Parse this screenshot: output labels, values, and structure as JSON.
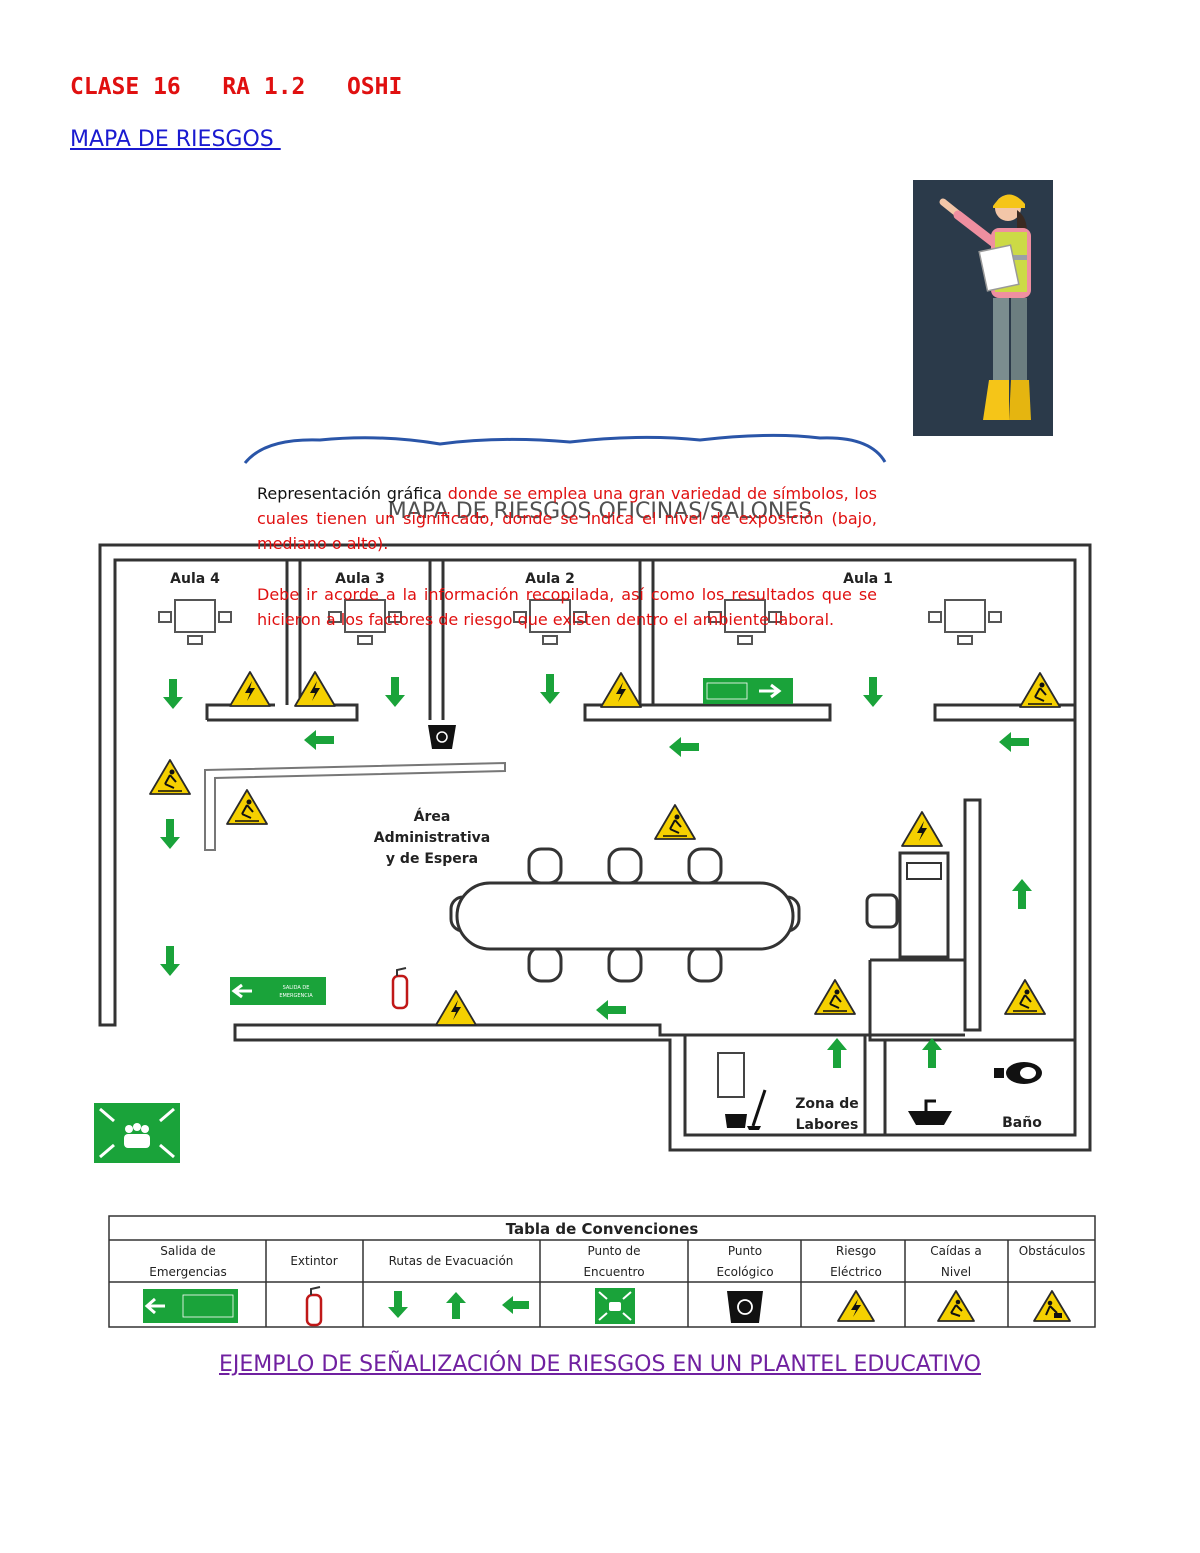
{
  "header": {
    "title": "CLASE 16   RA 1.2   OSHI",
    "subtitle": "MAPA DE RIESGOS "
  },
  "text": {
    "p1_dark": "Representación gráfica ",
    "p1_red": "donde se emplea una gran variedad de símbolos, los cuales tienen un significado, donde se indica el nivel de exposición (bajo, mediano o alto).",
    "p2": "Debe ir acorde a la información recopilada, así como los resultados que se hicieron a los factores de riesgo que existen dentro el ambiente laboral."
  },
  "floor_plan": {
    "title": "MAPA DE RIESGOS OFICINAS/SALONES",
    "rooms": {
      "aula4": "Aula 4",
      "aula3": "Aula 3",
      "aula2": "Aula 2",
      "aula1": "Aula 1",
      "area_line1": "Área",
      "area_line2": "Administrativa",
      "area_line3": "y de Espera",
      "zona_line1": "Zona de",
      "zona_line2": "Labores",
      "bano": "Baño"
    },
    "exit_sign_line1": "SALIDA DE",
    "exit_sign_line2": "EMERGENCIA"
  },
  "conventions": {
    "title": "Tabla de Convenciones",
    "headers": {
      "salida_l1": "Salida de",
      "salida_l2": "Emergencias",
      "extintor": "Extintor",
      "rutas": "Rutas de Evacuación",
      "punto_l1": "Punto de",
      "punto_l2": "Encuentro",
      "eco_l1": "Punto",
      "eco_l2": "Ecológico",
      "riesgo_l1": "Riesgo",
      "riesgo_l2": "Eléctrico",
      "caidas_l1": "Caídas a",
      "caidas_l2": "Nivel",
      "obst": "Obstáculos"
    }
  },
  "footer": {
    "caption": "EJEMPLO DE SEÑALIZACIÓN DE RIESGOS EN UN PLANTEL EDUCATIVO"
  },
  "colors": {
    "header_red": "#e01010",
    "subtitle_blue": "#1a1ad0",
    "caption_purple": "#7020a0",
    "sign_green": "#1aa33a",
    "warning_yellow": "#f5d000"
  }
}
